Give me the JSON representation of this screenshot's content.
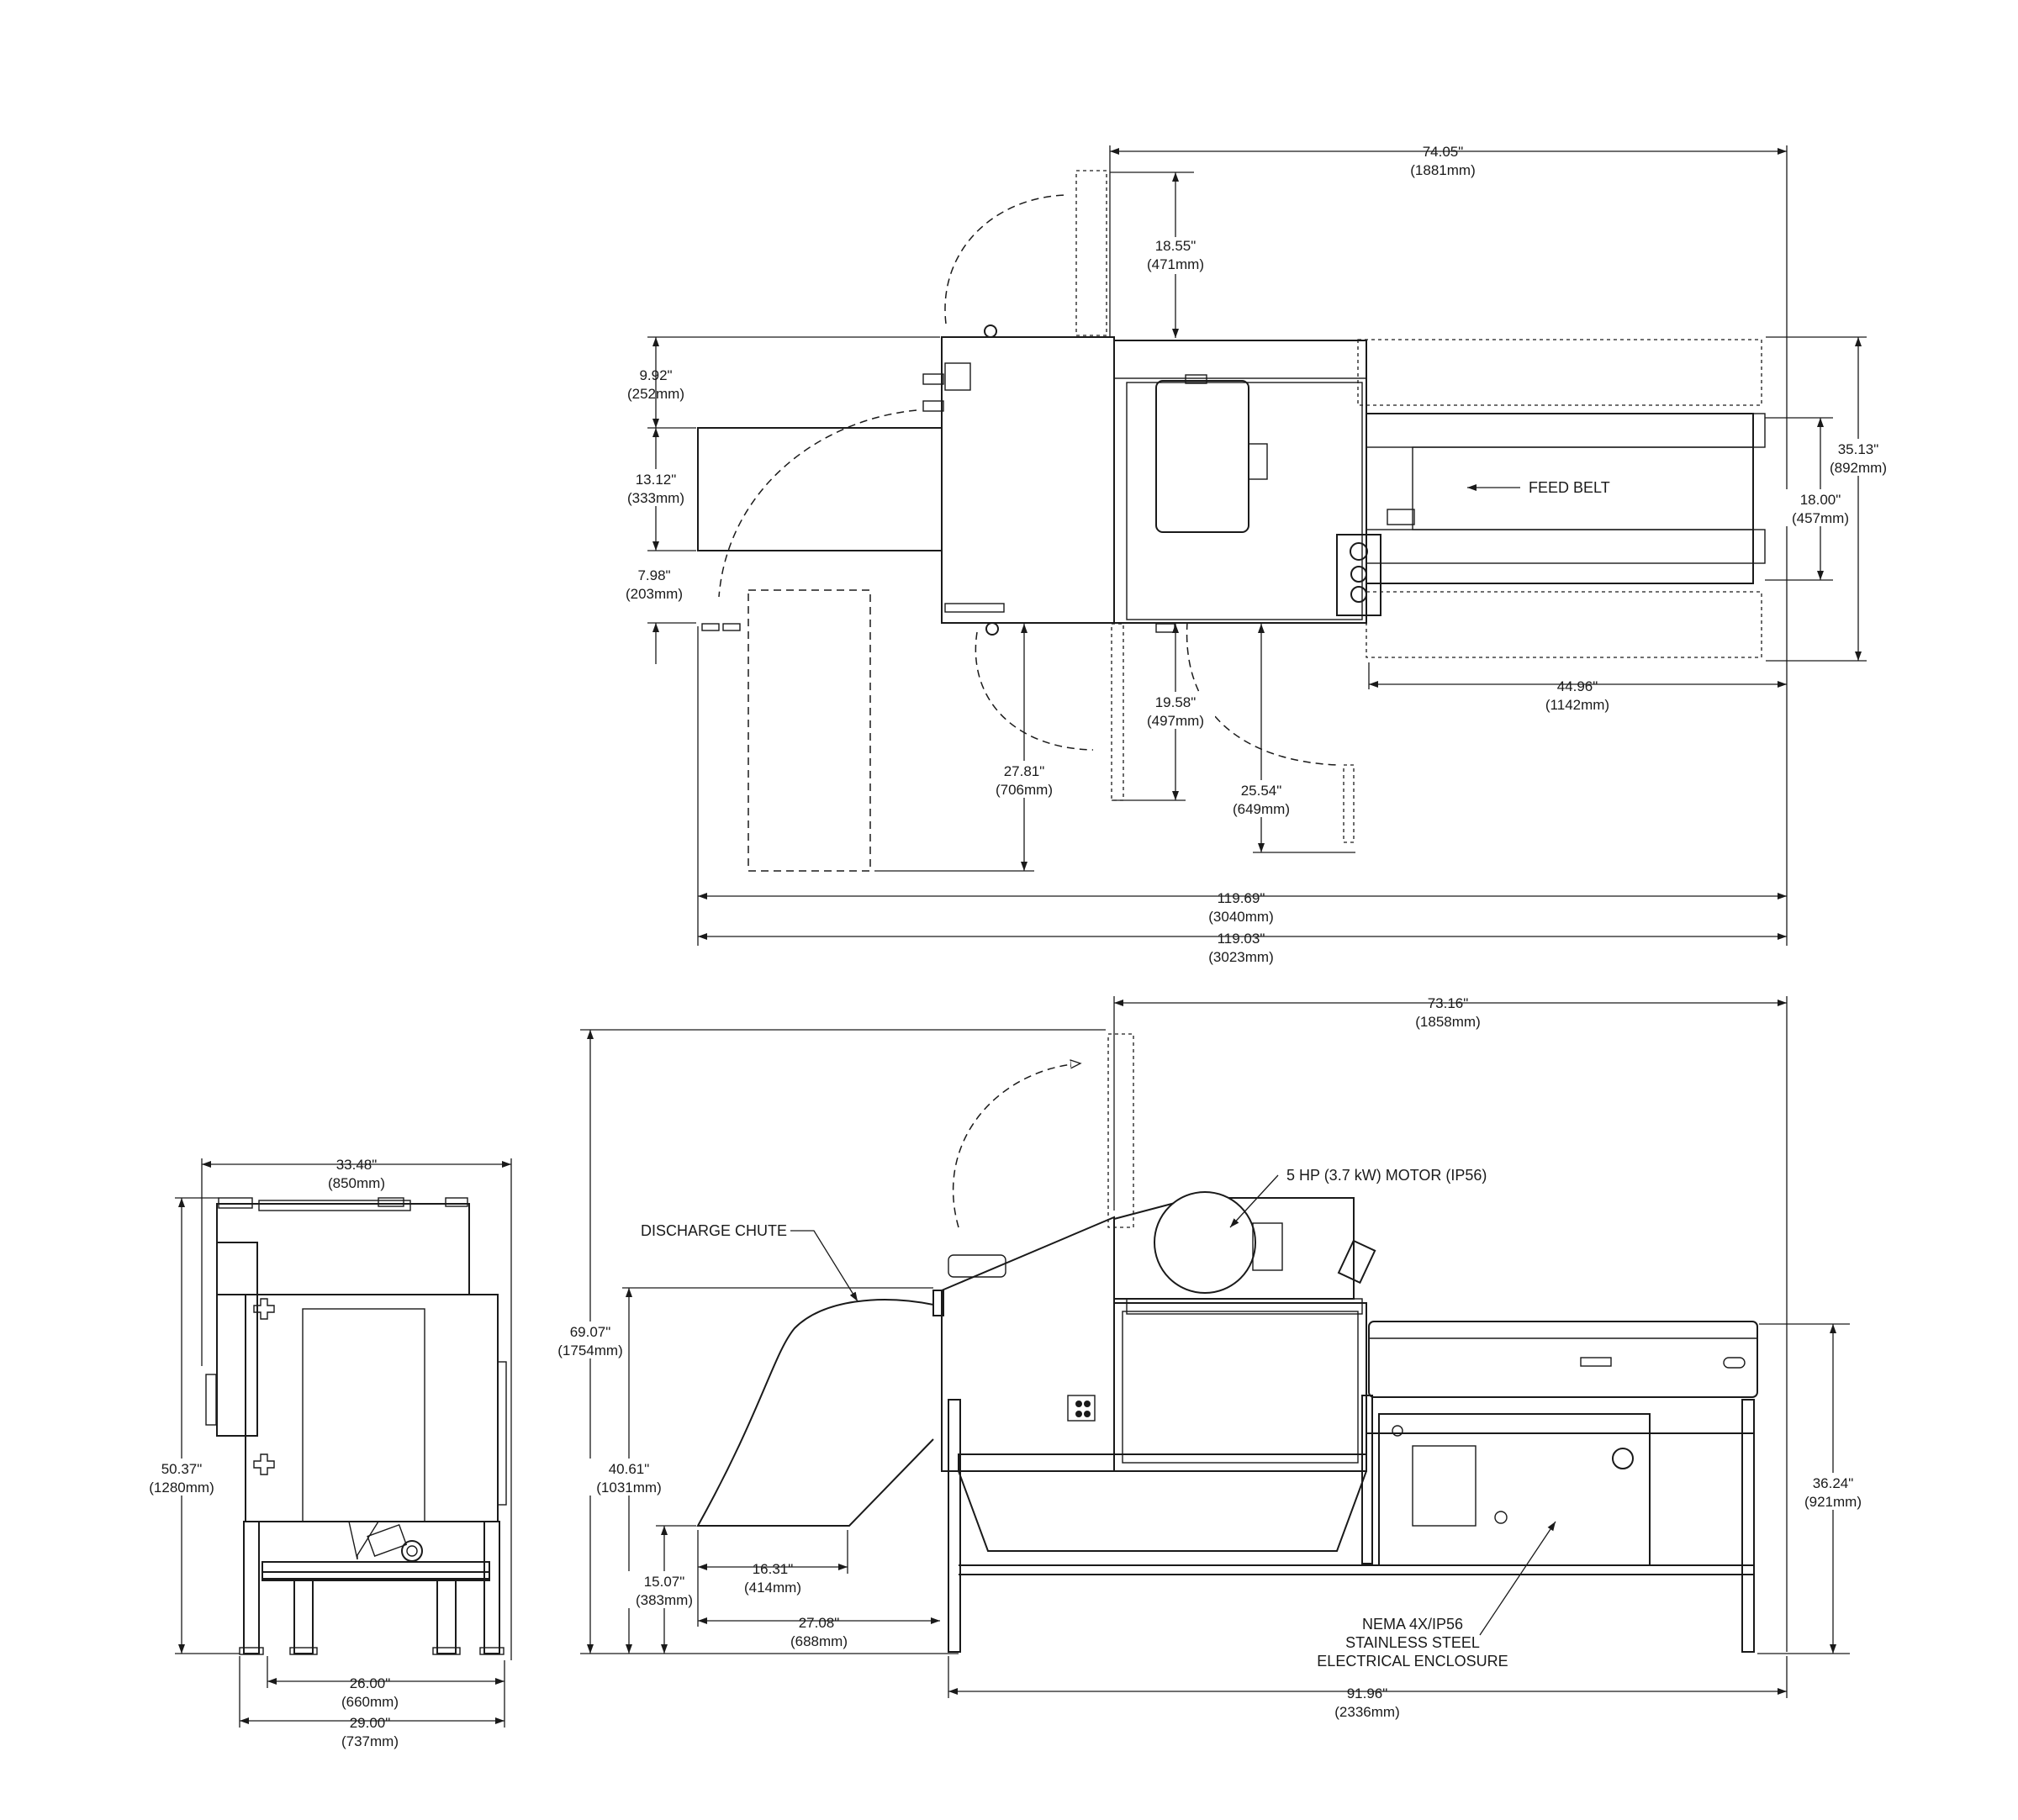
{
  "colors": {
    "line": "#1a1a1a",
    "background": "#ffffff"
  },
  "top_view": {
    "overall_width": {
      "in": "74.05\"",
      "mm": "(1881mm)"
    },
    "door_swing_top": {
      "in": "18.55\"",
      "mm": "(471mm)"
    },
    "chute_offset": {
      "in": "9.92\"",
      "mm": "(252mm)"
    },
    "chute_width": {
      "in": "13.12\"",
      "mm": "(333mm)"
    },
    "chute_bottom_offset": {
      "in": "7.98\"",
      "mm": "(203mm)"
    },
    "overall_depth": {
      "in": "35.13\"",
      "mm": "(892mm)"
    },
    "belt_width": {
      "in": "18.00\"",
      "mm": "(457mm)"
    },
    "feed_belt_label": "FEED BELT",
    "conveyor_length": {
      "in": "44.96\"",
      "mm": "(1142mm)"
    },
    "door_swing_front_a": {
      "in": "19.58\"",
      "mm": "(497mm)"
    },
    "door_swing_front_b": {
      "in": "27.81\"",
      "mm": "(706mm)"
    },
    "door_swing_front_c": {
      "in": "25.54\"",
      "mm": "(649mm)"
    },
    "overall_length_open": {
      "in": "119.69\"",
      "mm": "(3040mm)"
    },
    "overall_length": {
      "in": "119.03\"",
      "mm": "(3023mm)"
    }
  },
  "side_view": {
    "width_top": {
      "in": "73.16\"",
      "mm": "(1858mm)"
    },
    "motor_label": "5 HP (3.7 kW) MOTOR (IP56)",
    "discharge_label": "DISCHARGE CHUTE",
    "overall_height": {
      "in": "69.07\"",
      "mm": "(1754mm)"
    },
    "chute_top_height": {
      "in": "40.61\"",
      "mm": "(1031mm)"
    },
    "chute_exit_height": {
      "in": "15.07\"",
      "mm": "(383mm)"
    },
    "chute_length": {
      "in": "16.31\"",
      "mm": "(414mm)"
    },
    "chute_reach": {
      "in": "27.08\"",
      "mm": "(688mm)"
    },
    "belt_height": {
      "in": "36.24\"",
      "mm": "(921mm)"
    },
    "enclosure_label": [
      "NEMA 4X/IP56",
      "STAINLESS STEEL",
      "ELECTRICAL ENCLOSURE"
    ],
    "base_length": {
      "in": "91.96\"",
      "mm": "(2336mm)"
    }
  },
  "end_view": {
    "overall_width": {
      "in": "33.48\"",
      "mm": "(850mm)"
    },
    "overall_height": {
      "in": "50.37\"",
      "mm": "(1280mm)"
    },
    "leg_span_inner": {
      "in": "26.00\"",
      "mm": "(660mm)"
    },
    "leg_span_outer": {
      "in": "29.00\"",
      "mm": "(737mm)"
    }
  }
}
